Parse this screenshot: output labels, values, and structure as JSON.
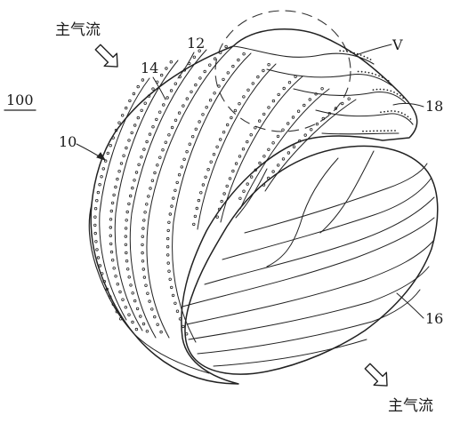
{
  "figure": {
    "labels": {
      "inflow": "主气流",
      "outflow": "主气流",
      "assembly": "100",
      "part_10": "10",
      "part_12": "12",
      "part_14": "14",
      "part_16": "16",
      "part_18": "18",
      "detail_v": "V"
    },
    "icons": {
      "inflow_arrow": "hollow-arrow-down-right-icon",
      "outflow_arrow": "hollow-arrow-down-right-icon"
    },
    "colors": {
      "line": "#222222",
      "background": "#ffffff"
    }
  }
}
